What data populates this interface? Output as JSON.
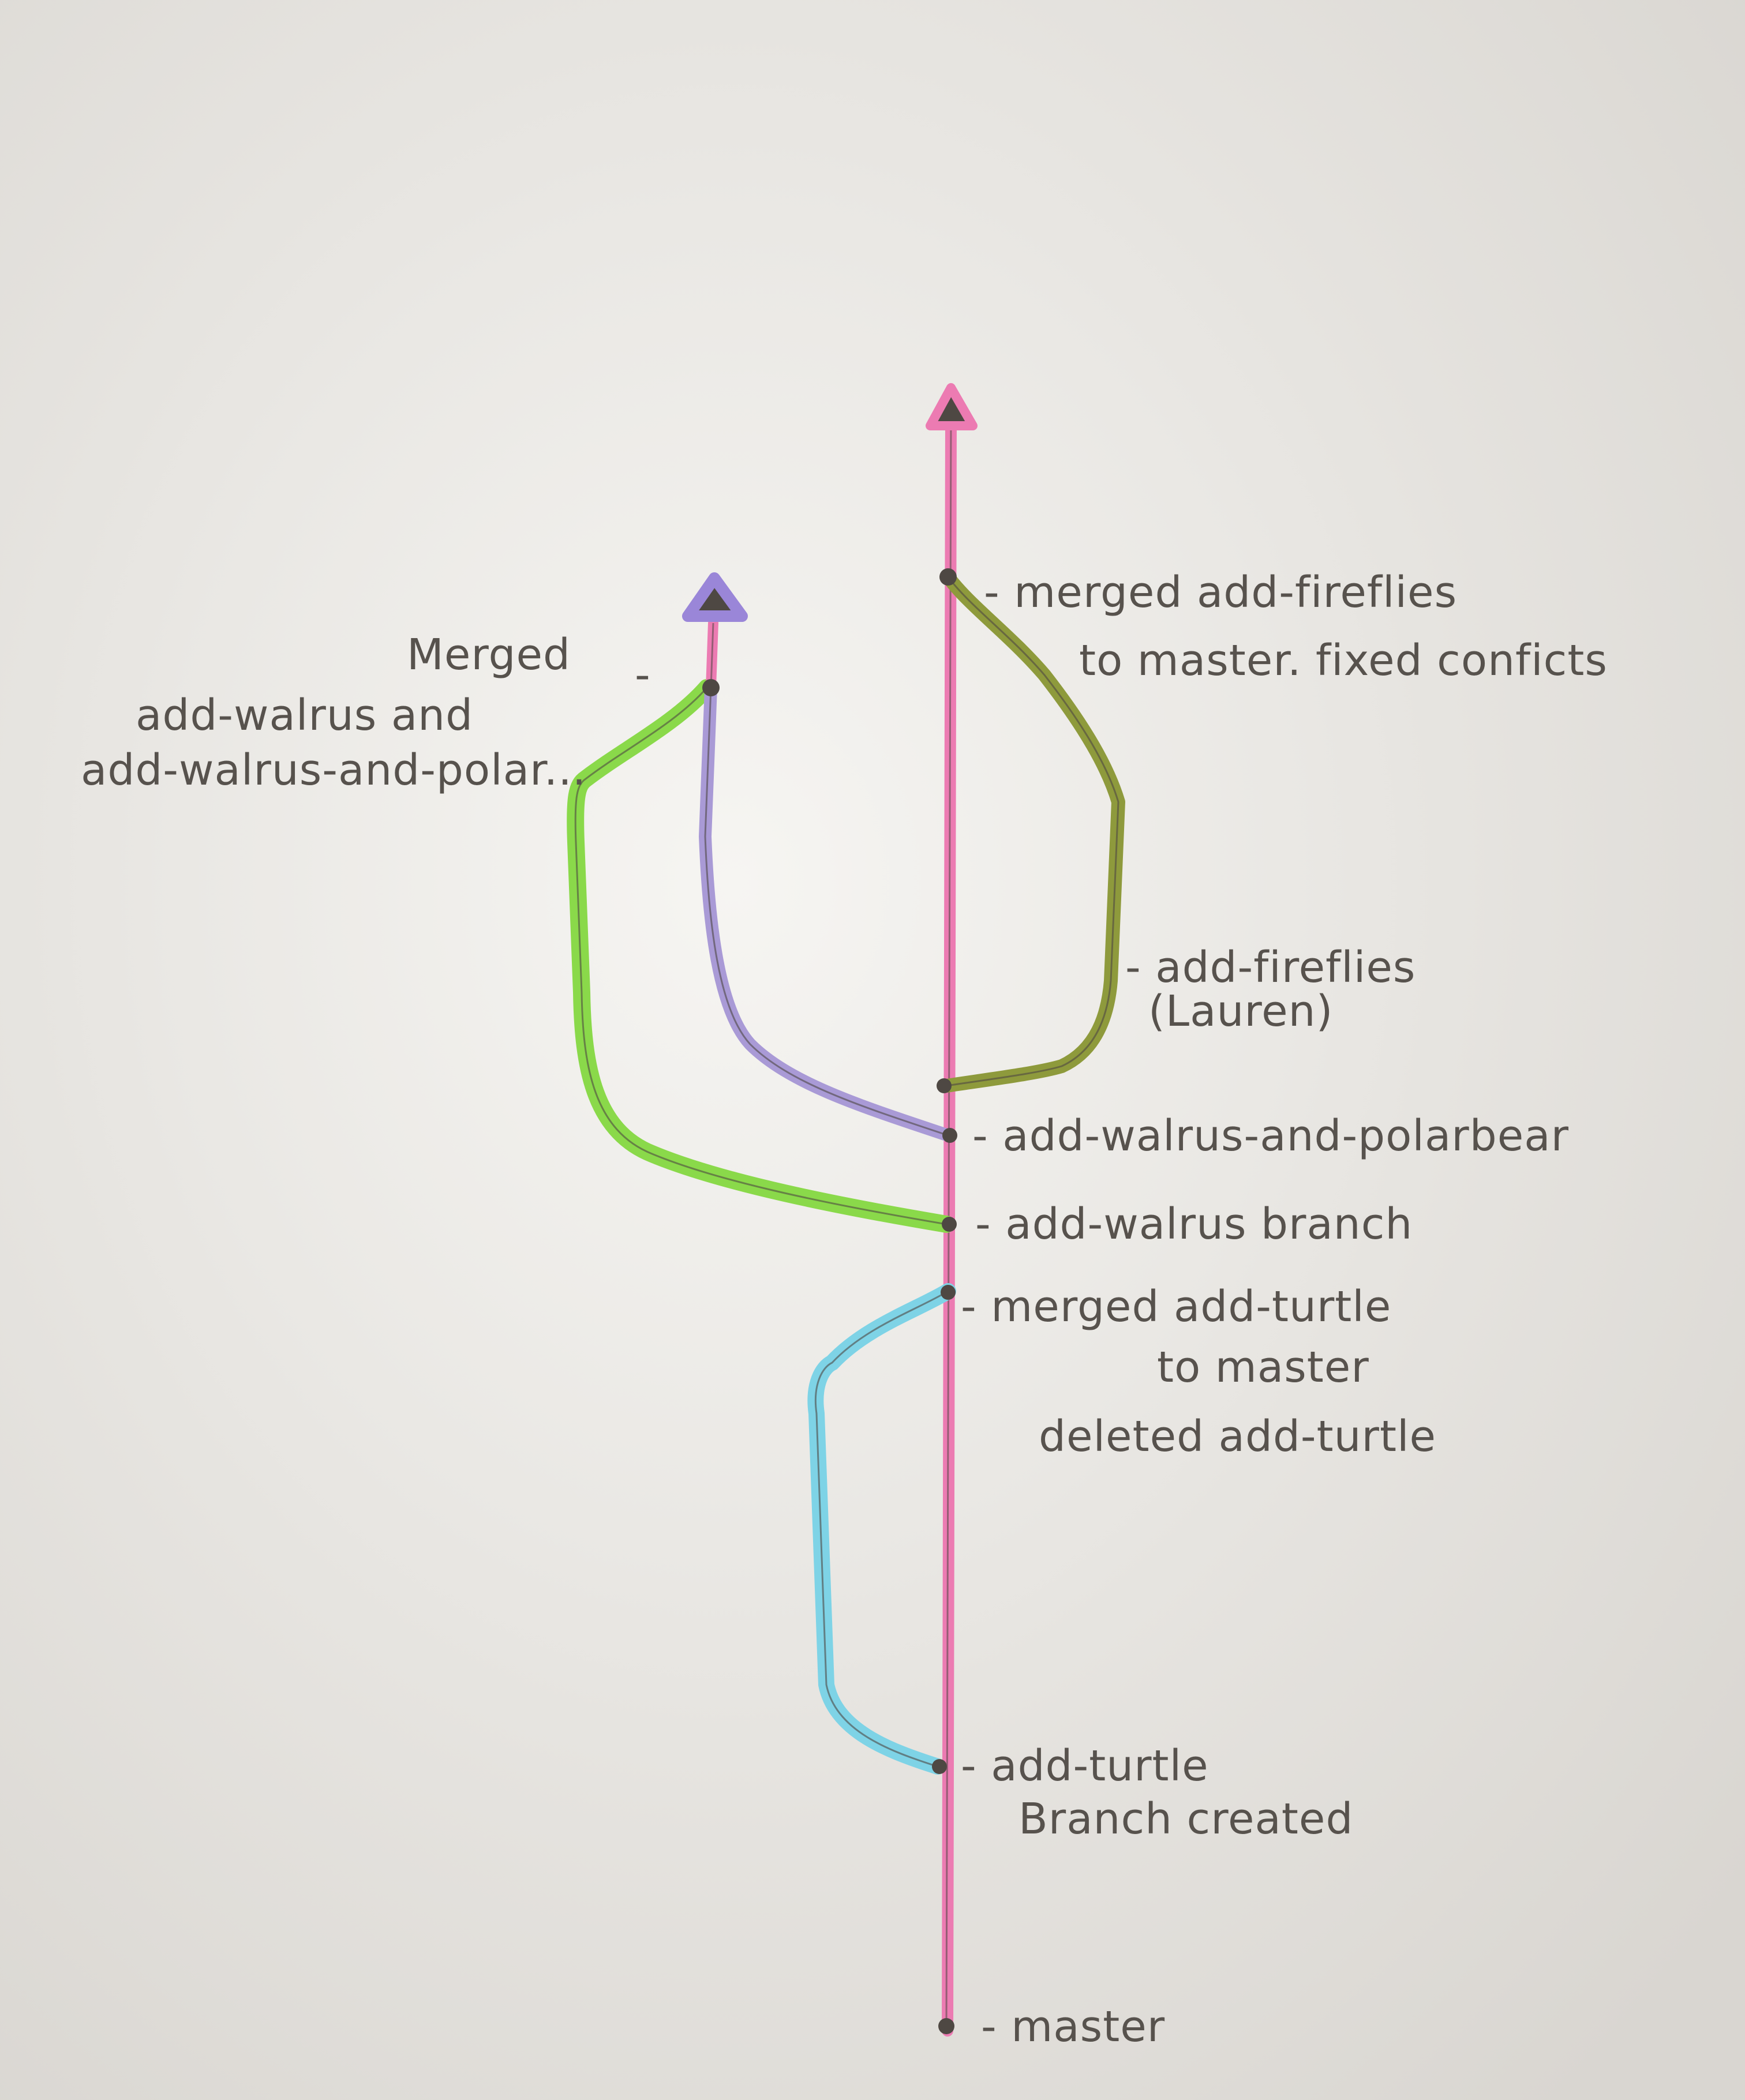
{
  "colors": {
    "paper_light": "#f6f5f2",
    "paper_shadow": "#d9d6d1",
    "master_line": "#ec7bb2",
    "turtle_branch": "#7ed3e6",
    "walrus_branch": "#8ad94a",
    "polarbear_branch": "#a99ad6",
    "fireflies_branch": "#8e9a3c",
    "purple_arrow_glow": "#9a86d8",
    "pencil": "#4e4843",
    "label_text": "#57524d"
  },
  "icons": {
    "arrowhead": "triangle-arrow-icon",
    "commit": "commit-dot-icon"
  },
  "labels": {
    "master": "- master",
    "turtle_created_1": "- add-turtle",
    "turtle_created_2": "Branch created",
    "merged_turtle_1": "- merged add-turtle",
    "merged_turtle_2": "to master",
    "merged_turtle_3": "deleted add-turtle",
    "walrus_branch": "- add-walrus branch",
    "walrus_polar": "- add-walrus-and-polarbear",
    "fireflies_1": "- add-fireflies",
    "fireflies_2": "(Lauren)",
    "merged_fireflies_1": "- merged add-fireflies",
    "merged_fireflies_2": "to master. fixed conficts",
    "merged_walrus_1": "Merged",
    "merged_walrus_2": "add-walrus and",
    "merged_walrus_3": "add-walrus-and-polar...",
    "merged_walrus_dash": "-"
  }
}
